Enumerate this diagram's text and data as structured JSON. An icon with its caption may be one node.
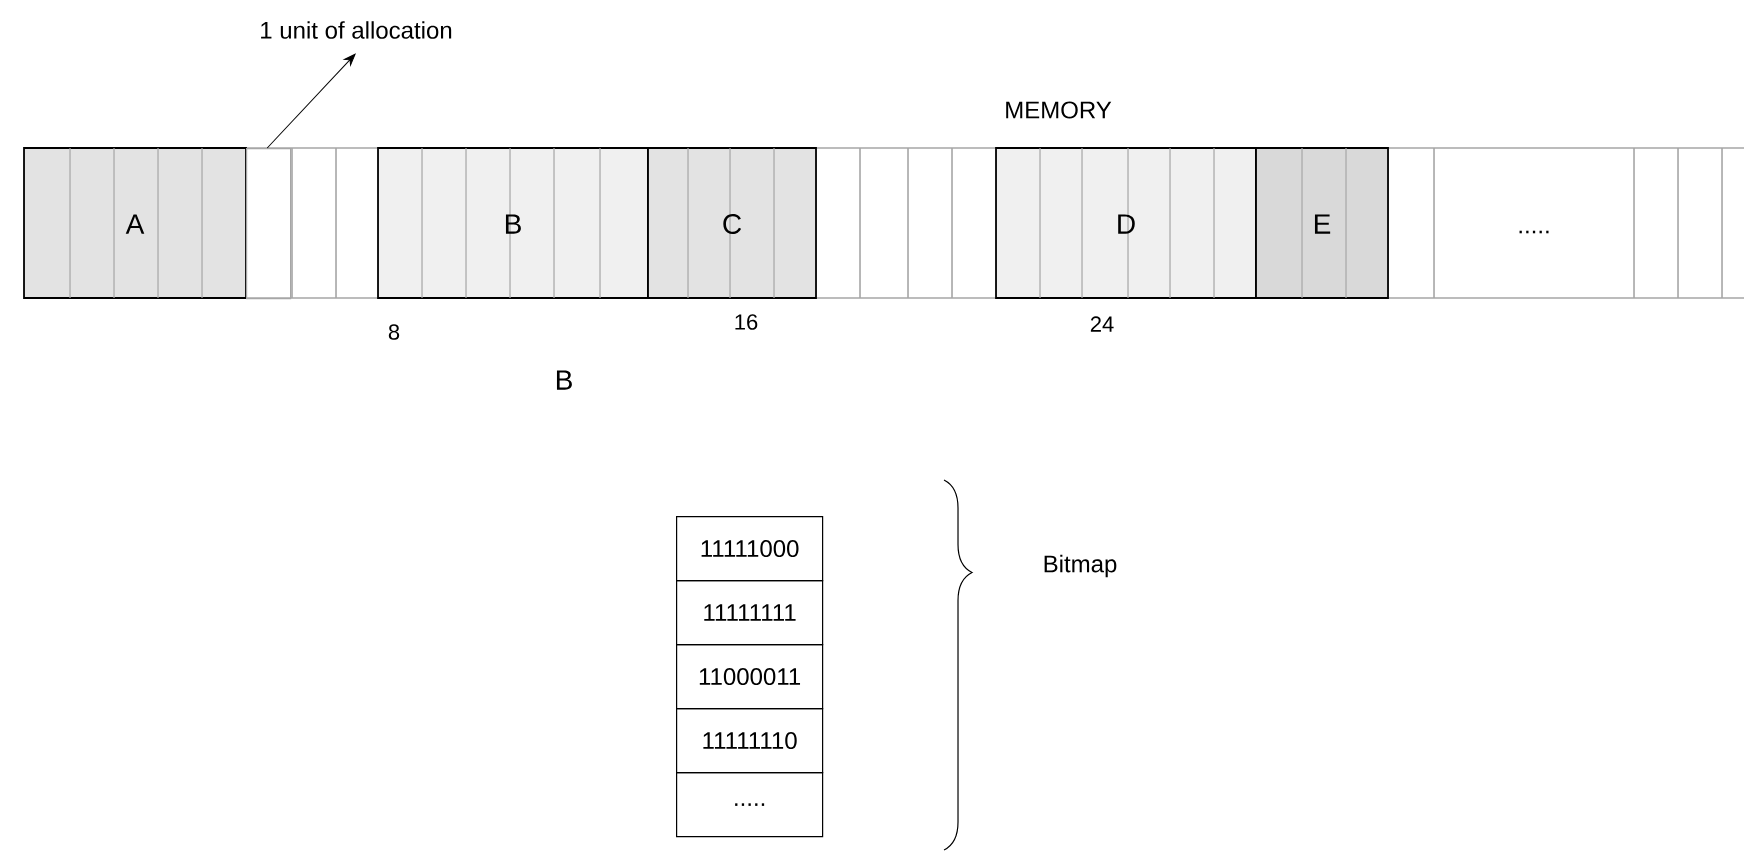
{
  "diagram": {
    "nodes": [
      {
        "text": [
          "1 unit of allocation"
        ]
      },
      {
        "text": [
          "A"
        ]
      },
      {
        "text": [],
        "shape": "box"
      },
      {
        "text": [
          "B"
        ]
      },
      {
        "text": [
          "C"
        ]
      },
      {
        "text": [
          "D"
        ]
      },
      {
        "text": [
          "E"
        ]
      },
      {
        "text": [
          "11111000"
        ]
      },
      {
        "text": [
          "11111111"
        ]
      },
      {
        "text": [
          "11000011"
        ]
      },
      {
        "text": [
          "11111110"
        ]
      },
      {
        "text": [
          "....."
        ]
      }
    ],
    "edges": [
      {
        "from": 2,
        "to": 0,
        "arrow": "to"
      }
    ],
    "labels": [
      "MEMORY",
      ".....",
      "8",
      "16",
      "24",
      "B",
      "Bitmap"
    ]
  }
}
